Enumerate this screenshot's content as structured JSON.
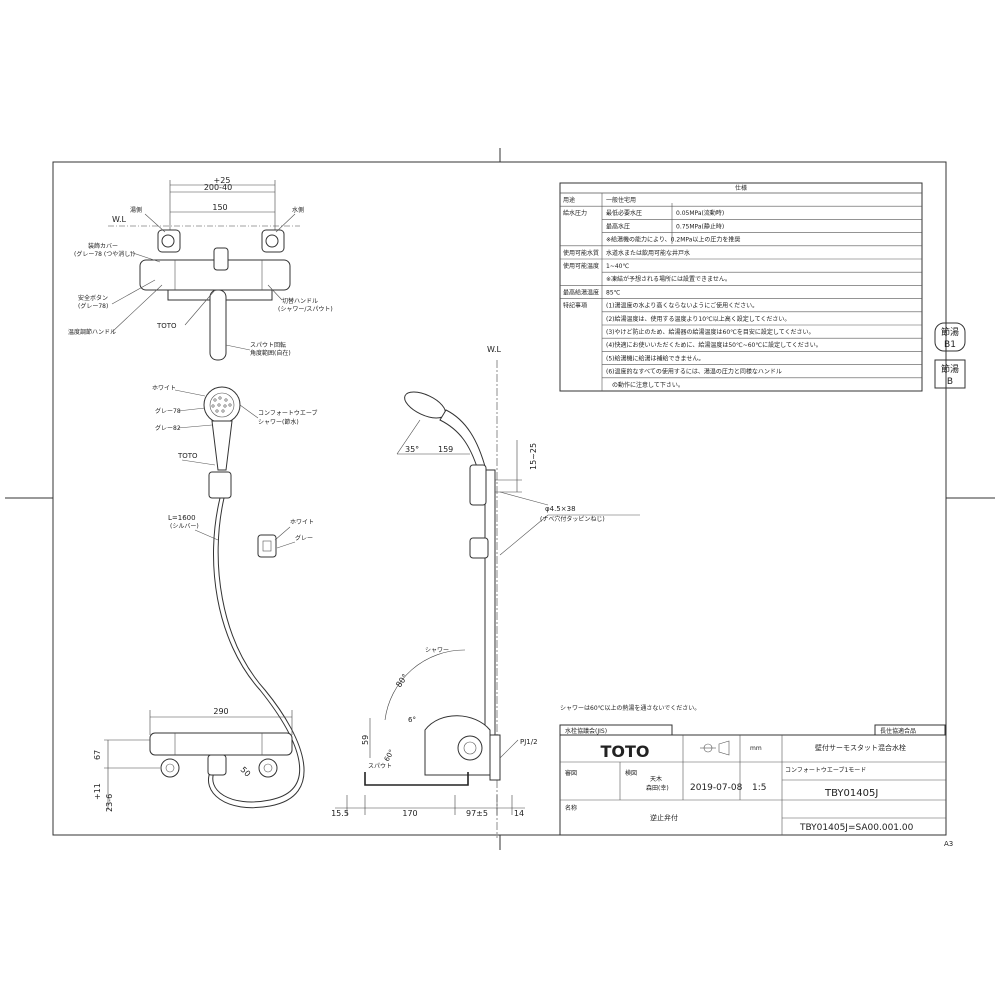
{
  "top_view": {
    "dim_plus25": "+25",
    "dim_range": "200-40",
    "dim_150": "150",
    "wl": "W.L",
    "hot_water": "湯側",
    "cold_water": "水側",
    "decor_cover": "装飾カバー",
    "decor_cover_note": "(グレー78 (つや消し))",
    "safety_button": "安全ボタン",
    "safety_button_note": "(グレー78)",
    "temp_handle": "温度調節ハンドル",
    "toto": "TOTO",
    "switch_handle": "切替ハンドル",
    "switch_handle_note": "(シャワー/スパウト)",
    "spout_note_1": "スパウト回転",
    "spout_note_2": "角度範囲(自在)"
  },
  "showerhead": {
    "white": "ホワイト",
    "gray78": "グレー78",
    "gray82": "グレー82",
    "comfort_wave_1": "コンフォートウエーブ",
    "comfort_wave_2": "シャワー(節水)",
    "toto": "TOTO",
    "hose": "L=1600",
    "hose_note": "(シルバー)",
    "bracket_white": "ホワイト",
    "bracket_gray": "グレー"
  },
  "bottom_view": {
    "dim_290": "290",
    "dim_67": "67",
    "dim_11": "+11",
    "dim_23_6": "23-6",
    "dim_50": "50"
  },
  "side_view": {
    "wl": "W.L",
    "dim_35": "35°",
    "dim_159": "159",
    "dim_15_25": "15~25",
    "screw": "φ4.5×38",
    "screw_note": "(ナベ穴付タッピンねじ)",
    "shower": "シャワー",
    "angle_80": "80°",
    "angle_6": "6°",
    "angle_60": "60°",
    "dim_59": "59",
    "spout": "スパウト",
    "pj": "PJ1/2",
    "dim_15_5": "15.5",
    "dim_170": "170",
    "dim_97": "97±5",
    "dim_14": "14"
  },
  "spec_table": {
    "header": "仕様",
    "rows": [
      {
        "label": "用途",
        "sub": "",
        "value": "一般住宅用"
      },
      {
        "label": "給水圧力",
        "sub": "最低必要水圧",
        "value": "0.05MPa(流動時)"
      },
      {
        "label": "",
        "sub": "最高水圧",
        "value": "0.75MPa(静止時)"
      },
      {
        "label": "",
        "sub": "",
        "value": "※給湯機の能力により、0.2MPa以上の圧力を推奨"
      },
      {
        "label": "使用可能水質",
        "sub": "",
        "value": "水道水または飲用可能な井戸水"
      },
      {
        "label": "使用可能温度",
        "sub": "",
        "value": "1~40℃"
      },
      {
        "label": "",
        "sub": "",
        "value": "※凍結が予想される場所には設置できません。"
      },
      {
        "label": "最高給湯温度",
        "sub": "",
        "value": "85℃"
      },
      {
        "label": "特記事項",
        "sub": "",
        "value": "(1)湯温度の水より高くならないようにご使用ください。"
      },
      {
        "label": "",
        "sub": "",
        "value": "(2)給湯温度は、使用する温度より10℃以上高く設定してください。"
      },
      {
        "label": "",
        "sub": "",
        "value": "(3)やけど防止のため、給湯器の給湯温度は60℃を目安に設定してください。"
      },
      {
        "label": "",
        "sub": "",
        "value": "(4)快適にお使いいただくために、給湯温度は50℃~60℃に設定してください。"
      },
      {
        "label": "",
        "sub": "",
        "value": "(5)給湯機に給湯は補給できません。"
      },
      {
        "label": "",
        "sub": "",
        "value": "(6)温度的なすべての使用するには、湯温の圧力と同様なハンドル"
      },
      {
        "label": "",
        "sub": "",
        "value": "　の動作に注意して下さい。"
      }
    ]
  },
  "badges": {
    "b1_top": "節湯",
    "b1_bottom": "B1",
    "b2_top": "節湯",
    "b2_bottom": "B"
  },
  "note_shower": "シャワーは60℃以上の熱湯を通さないでください。",
  "title_block": {
    "jis": "水栓協議会(JIS)",
    "registered": "長住協適合品",
    "brand": "TOTO",
    "unit": "mm",
    "product_name": "壁付サーモスタット混合水栓",
    "product_sub": "コンフォートウエーブ1モード",
    "drawer": "審図",
    "checker": "検図",
    "designer": "天木",
    "designer_2": "森田(幸)",
    "date": "2019-07-08",
    "scale": "1:5",
    "model": "TBY01405J",
    "name_label": "名称",
    "item_name": "逆止弁付",
    "drawing_no": "TBY01405J=SA00.001.00",
    "sheet_size": "A3"
  }
}
